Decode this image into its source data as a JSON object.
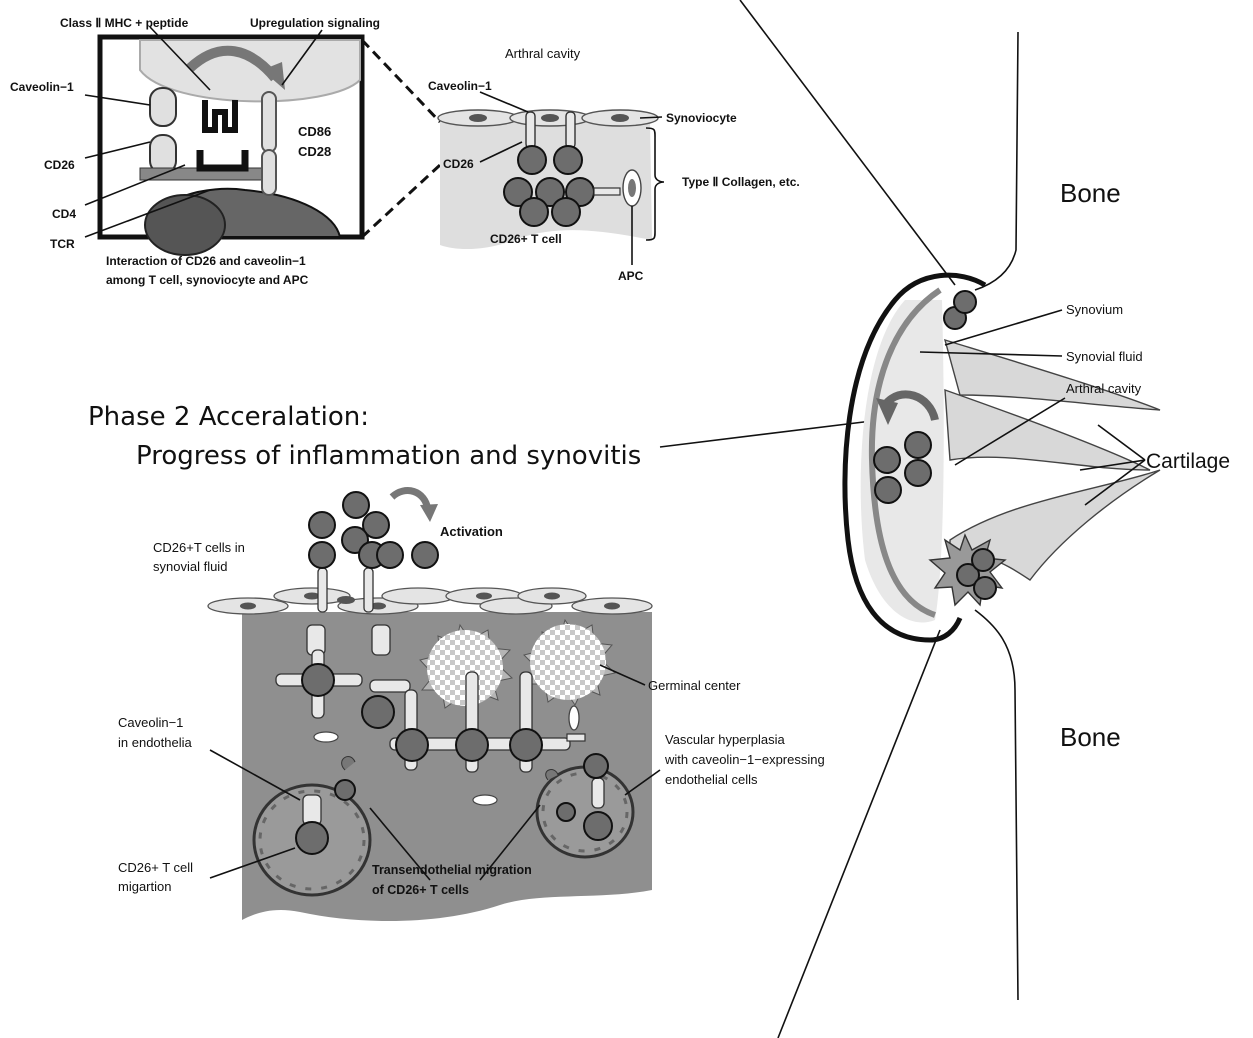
{
  "inset": {
    "class_mhc": "Class Ⅱ MHC + peptide",
    "upregulation": "Upregulation signaling",
    "caveolin": "Caveolin−1",
    "cd26": "CD26",
    "cd4": "CD4",
    "tcr": "TCR",
    "cd86": "CD86",
    "cd28": "CD28",
    "caption_line1": "Interaction of CD26 and caveolin−1",
    "caption_line2": "among T cell, synoviocyte and APC"
  },
  "synovium_top": {
    "arthral_cavity": "Arthral cavity",
    "caveolin": "Caveolin−1",
    "synoviocyte": "Synoviocyte",
    "cd26": "CD26",
    "type2_collagen": "Type Ⅱ Collagen, etc.",
    "cd26_t_cell": "CD26+ T cell",
    "apc": "APC"
  },
  "joint": {
    "bone_top": "Bone",
    "bone_bottom": "Bone",
    "synovium": "Synovium",
    "synovial_fluid": "Synovial fluid",
    "arthral_cavity": "Arthral cavity",
    "cartilage": "Cartilage"
  },
  "phase2": {
    "title_line1": "Phase 2  Acceralation:",
    "title_line2": "Progress of inflammation and synovitis",
    "activation": "Activation",
    "cells_fluid_line1": "CD26+T cells in",
    "cells_fluid_line2": "synovial fluid",
    "germinal_center": "Germinal center",
    "caveolin_endo_line1": "Caveolin−1",
    "caveolin_endo_line2": "in endothelia",
    "vascular_line1": "Vascular hyperplasia",
    "vascular_line2": "with caveolin−1−expressing",
    "vascular_line3": "endothelial cells",
    "cd26_migration_line1": "CD26+ T cell",
    "cd26_migration_line2": "migartion",
    "transendo_line1": "Transendothelial migration",
    "transendo_line2": "of CD26+ T cells"
  }
}
